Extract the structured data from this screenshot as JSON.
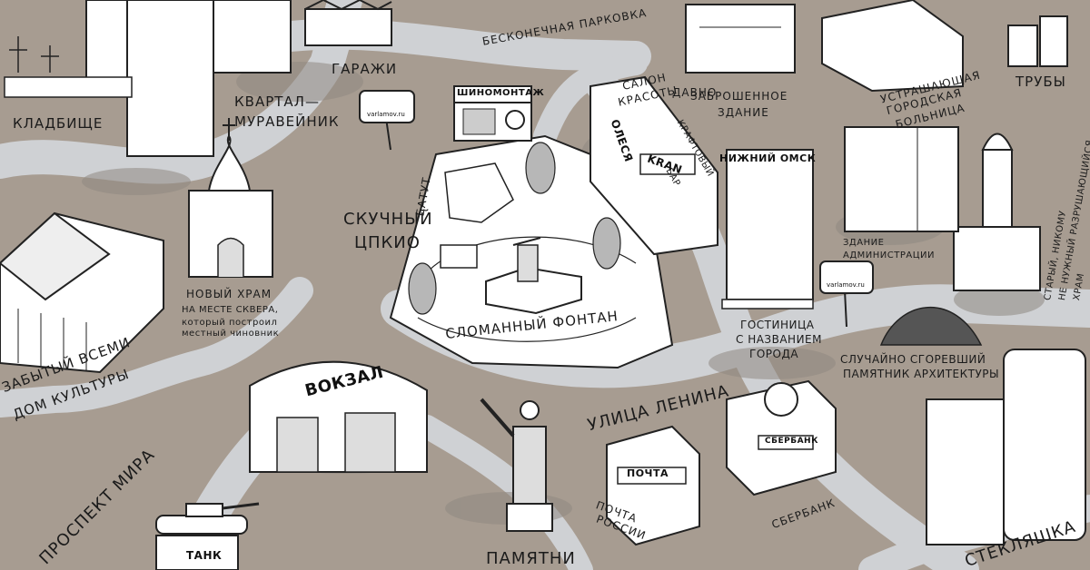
{
  "watermark": "varlamov.ru",
  "labels": {
    "cemetery": "КЛАДБИЩЕ",
    "garages": "ГАРАЖИ",
    "anthill_block_l1": "КВАРТАЛ—",
    "anthill_block_l2": "МУРАВЕЙНИК",
    "endless_parking": "БЕСКОНЕЧНАЯ ПАРКОВКА",
    "tire_shop": "ШИНОМОНТАЖ",
    "beauty_salon_l1": "САЛОН",
    "beauty_salon_l2": "КРАСОТЫ",
    "olesya": "ОЛЕСЯ",
    "craft_bar_l1": "КРАФТОВЫЙ",
    "craft_bar_l2": "БАР",
    "kran": "KRAN",
    "abandoned_l1": "ДАВНО",
    "abandoned_l2": "ЗАБРОШЕННОЕ",
    "abandoned_l3": "ЗДАНИЕ",
    "hospital_l1": "УСТРАШАЮЩАЯ",
    "hospital_l2": "ГОРОДСКАЯ",
    "hospital_l3": "БОЛЬНИЦА",
    "chimneys": "ТРУБЫ",
    "batut": "БАТУТ",
    "boring_park_l1": "СКУЧНЫЙ",
    "boring_park_l2": "ЦПКиО",
    "new_temple_l1": "НОВЫЙ ХРАМ",
    "new_temple_l2": "НА МЕСТЕ СКВЕРА,",
    "new_temple_l3": "который построил",
    "new_temple_l4": "местный чиновник",
    "nizhniy_omsk": "НИЖНИЙ ОМСК",
    "admin_l1": "ЗДАНИЕ",
    "admin_l2": "АДМИНИСТРАЦИИ",
    "old_temple_l1": "СТАРЫЙ, НИКОМУ",
    "old_temple_l2": "НЕ НУЖНЫЙ РАЗРУШАЮЩИЙСЯ",
    "old_temple_l3": "ХРАМ",
    "broken_fountain": "СЛОМАННЫЙ ФОНТАН",
    "hotel_l1": "ГОСТИНИЦА",
    "hotel_l2": "С НАЗВАНИЕМ",
    "hotel_l3": "ГОРОДА",
    "burned_l1": "СЛУЧАЙНО СГОРЕВШИЙ",
    "burned_l2": "ПАМЯТНИК АРХИТЕКТУРЫ",
    "culture_l1": "ЗАБЫТЫЙ ВСЕМИ",
    "culture_l2": "ДОМ КУЛЬТУРЫ",
    "station": "ВОКЗАЛ",
    "lenin_street": "УЛИЦА ЛЕНИНА",
    "mira_avenue": "ПРОСПЕКТ МИРА",
    "post_sign": "ПОЧТА",
    "post_l1": "ПОЧТА",
    "post_l2": "РОССИИ",
    "sber_sign": "СБЕРБАНК",
    "sberbank": "СБЕРБАНК",
    "tank": "ТАНК",
    "monument": "ПАМЯТНИ",
    "steklyashka": "СТЕКЛЯШКА"
  }
}
